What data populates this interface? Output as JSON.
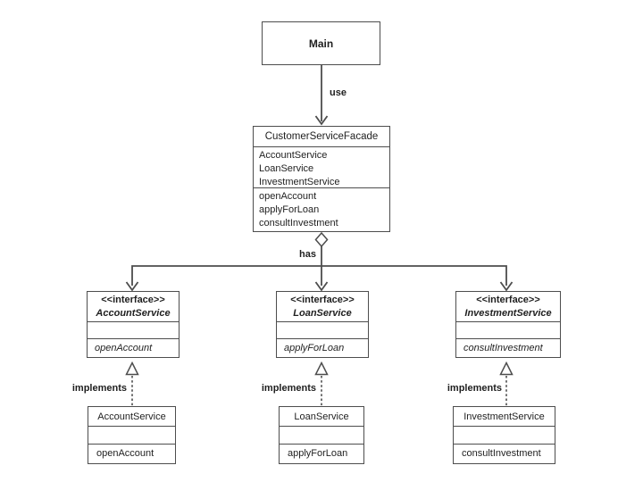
{
  "diagram": {
    "type": "uml-class-diagram",
    "nodes": {
      "main": {
        "title": "Main"
      },
      "facade": {
        "title": "CustomerServiceFacade",
        "attributes": [
          "AccountService",
          "LoanService",
          "InvestmentService"
        ],
        "methods": [
          "openAccount",
          "applyForLoan",
          "consultInvestment"
        ]
      },
      "interfaces": [
        {
          "stereotype": "<<interface>>",
          "name": "AccountService",
          "method": "openAccount"
        },
        {
          "stereotype": "<<interface>>",
          "name": "LoanService",
          "method": "applyForLoan"
        },
        {
          "stereotype": "<<interface>>",
          "name": "InvestmentService",
          "method": "consultInvestment"
        }
      ],
      "implementations": [
        {
          "name": "AccountService",
          "method": "openAccount"
        },
        {
          "name": "LoanService",
          "method": "applyForLoan"
        },
        {
          "name": "InvestmentService",
          "method": "consultInvestment"
        }
      ]
    },
    "edges": {
      "use": "use",
      "has": "has",
      "implements": "implements"
    },
    "colors": {
      "line": "#4d4d4d",
      "text": "#1f1f1f",
      "background": "#ffffff",
      "node_fill": "#ffffff"
    }
  }
}
